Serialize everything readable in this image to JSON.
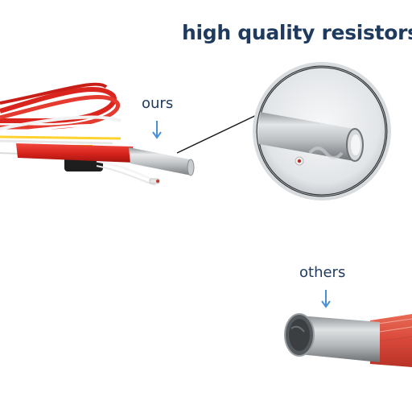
{
  "headline": "high quality resistors",
  "labels": {
    "ours": "ours",
    "others": "others"
  },
  "colors": {
    "text": "#1e3a5c",
    "arrow": "#4a90d9",
    "sleeve": "#d9251d",
    "steel": "#b9bcbf"
  },
  "icons": {
    "ours_arrow": "arrow-down-icon",
    "others_arrow": "arrow-down-icon"
  }
}
